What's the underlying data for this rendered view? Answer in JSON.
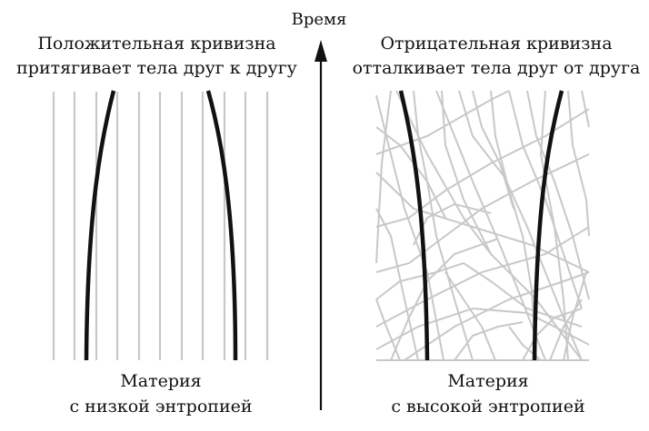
{
  "time_axis": {
    "label": "Время",
    "arrow_direction": "up"
  },
  "left_panel": {
    "title_line1": "Положительная кривизна",
    "title_line2": "притягивает тела друг к другу",
    "caption_line1": "Материя",
    "caption_line2": "с низкой энтропией",
    "background_lines": "parallel-vertical",
    "worldlines": "converging"
  },
  "right_panel": {
    "title_line1": "Отрицательная кривизна",
    "title_line2": "отталкивает тела друг от друга",
    "caption_line1": "Материя",
    "caption_line2": "с высокой энтропией",
    "background_lines": "random-tangled",
    "worldlines": "diverging"
  },
  "colors": {
    "worldline": "#111111",
    "grid": "#c8c8c8",
    "text": "#111111"
  }
}
